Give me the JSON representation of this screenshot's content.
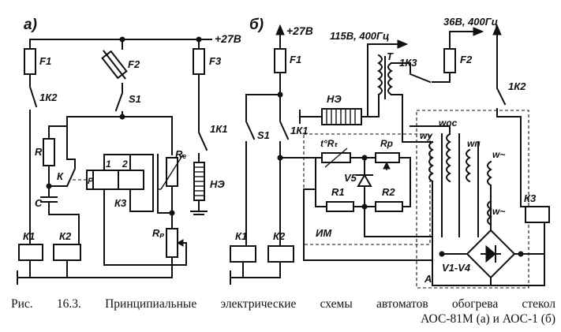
{
  "panels": {
    "a": {
      "letter": "а)",
      "supply": "+27В",
      "labels": {
        "F1": "F1",
        "F2": "F2",
        "F3": "F3",
        "K2c": "1К2",
        "S1": "S1",
        "K1c": "1К1",
        "R": "R",
        "K": "К",
        "C": "С",
        "n1": "1",
        "n2": "2",
        "P": "P",
        "K3": "К3",
        "RT": "Rₑ",
        "NE": "НЭ",
        "RP": "Rₚ",
        "K1": "К1",
        "K2": "К2"
      }
    },
    "b": {
      "letter": "б)",
      "supply": "+27В",
      "out115": "115В, 400Гц",
      "out36": "36В, 400Гц",
      "labels": {
        "F1": "F1",
        "F2": "F2",
        "T": "T",
        "K3c": "1К3",
        "K2c": "1К2",
        "NE": "НЭ",
        "S1": "S1",
        "K1c": "1К1",
        "tRT": "t°Rₜ",
        "Rp": "Rр",
        "V5": "V5",
        "R1": "R1",
        "R2": "R2",
        "IM": "ИМ",
        "wy": "wу",
        "woc": "wос",
        "wn": "wп",
        "wac1": "w~",
        "wac2": "w~",
        "K3": "К3",
        "V1V4": "V1-V4",
        "A": "А",
        "K1": "К1",
        "K2": "К2"
      }
    }
  },
  "caption": {
    "line1": "Рис. 16.3. Принципиальные электрические схемы автоматов обогрева стекол",
    "line2": "АОС-81М (а) и АОС-1 (б)"
  }
}
